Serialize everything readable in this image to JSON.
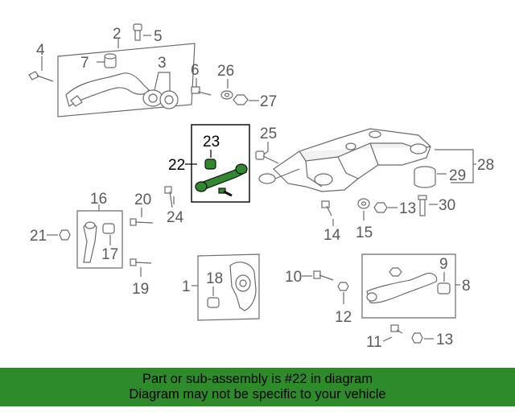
{
  "callouts": {
    "c1": "1",
    "c2": "2",
    "c3": "3",
    "c4": "4",
    "c5": "5",
    "c6": "6",
    "c7": "7",
    "c8": "8",
    "c9": "9",
    "c10": "10",
    "c11": "11",
    "c12": "12",
    "c13a": "13",
    "c13b": "13",
    "c14": "14",
    "c15": "15",
    "c16": "16",
    "c17": "17",
    "c18": "18",
    "c19": "19",
    "c20": "20",
    "c21": "21",
    "c22": "22",
    "c23": "23",
    "c24": "24",
    "c25": "25",
    "c26": "26",
    "c27": "27",
    "c28": "28",
    "c29": "29",
    "c30": "30"
  },
  "highlight_color": "#2e8b2a",
  "footer": {
    "line1": "Part or sub-assembly is #22 in diagram",
    "line2": "Diagram may not be specific to your vehicle"
  }
}
